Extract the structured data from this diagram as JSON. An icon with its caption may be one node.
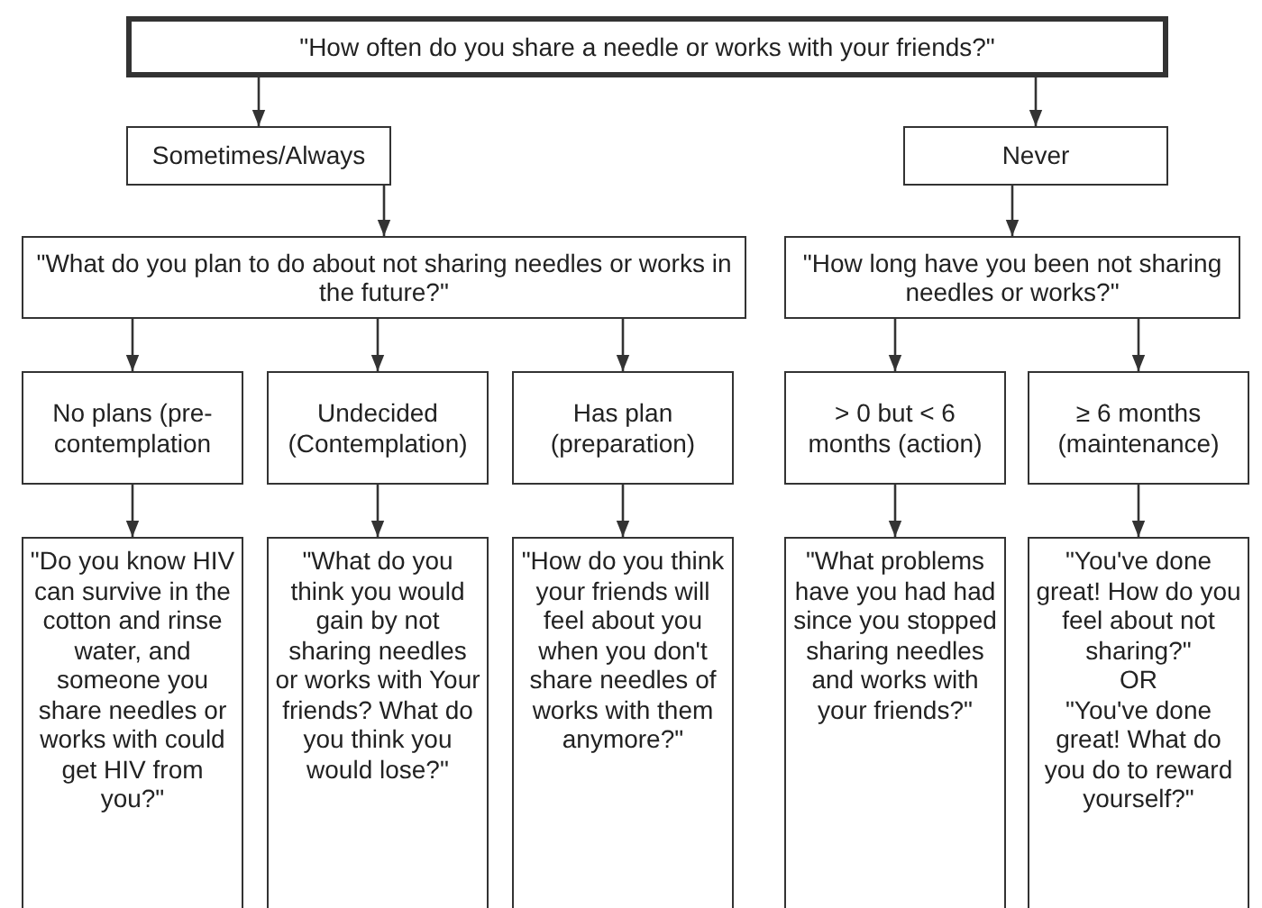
{
  "diagram": {
    "nodes": [
      {
        "text": [
          "\"How often do you share a needle or works with your friends?\""
        ]
      },
      {
        "text": [
          "Sometimes/Always"
        ]
      },
      {
        "text": [
          "Never"
        ]
      },
      {
        "text": [
          "\"What do you plan to do about not sharing needles or works in the future?\""
        ]
      },
      {
        "text": [
          "\"How long have you been not sharing needles or works?\""
        ]
      },
      {
        "text": [
          "No plans (pre- contemplation"
        ]
      },
      {
        "text": [
          "Undecided (Contemplation)"
        ]
      },
      {
        "text": [
          "Has plan (preparation)"
        ]
      },
      {
        "text": [
          "> 0 but < 6 months (action)"
        ]
      },
      {
        "text": [
          "≥ 6 months (maintenance)"
        ]
      },
      {
        "text": [
          "\"Do you know HIV can survive in the cotton and rinse water, and someone you share needles or works with could get HIV from you?\""
        ]
      },
      {
        "text": [
          "\"What do you think you would gain by not sharing needles or works with Your friends? What do you think you would lose?\""
        ]
      },
      {
        "text": [
          "\"How do you think your friends will feel about you when you don't share needles of works with them anymore?\""
        ]
      },
      {
        "text": [
          "\"What problems have you had had since you stopped sharing needles and works with your friends?\""
        ]
      },
      {
        "text": [
          "\"You've done great! How do you feel about not sharing?\"",
          "OR",
          "\"You've done great! What do you do to reward yourself?\""
        ]
      }
    ],
    "edges": [
      {
        "from": 0,
        "to": 1,
        "arrow": "to"
      },
      {
        "from": 0,
        "to": 2,
        "arrow": "to"
      },
      {
        "from": 1,
        "to": 3,
        "arrow": "to"
      },
      {
        "from": 2,
        "to": 4,
        "arrow": "to"
      },
      {
        "from": 3,
        "to": 5,
        "arrow": "to"
      },
      {
        "from": 3,
        "to": 6,
        "arrow": "to"
      },
      {
        "from": 3,
        "to": 7,
        "arrow": "to"
      },
      {
        "from": 4,
        "to": 8,
        "arrow": "to"
      },
      {
        "from": 4,
        "to": 9,
        "arrow": "to"
      },
      {
        "from": 5,
        "to": 10,
        "arrow": "to"
      },
      {
        "from": 6,
        "to": 11,
        "arrow": "to"
      },
      {
        "from": 7,
        "to": 12,
        "arrow": "to"
      },
      {
        "from": 8,
        "to": 13,
        "arrow": "to"
      },
      {
        "from": 9,
        "to": 14,
        "arrow": "to"
      }
    ]
  }
}
